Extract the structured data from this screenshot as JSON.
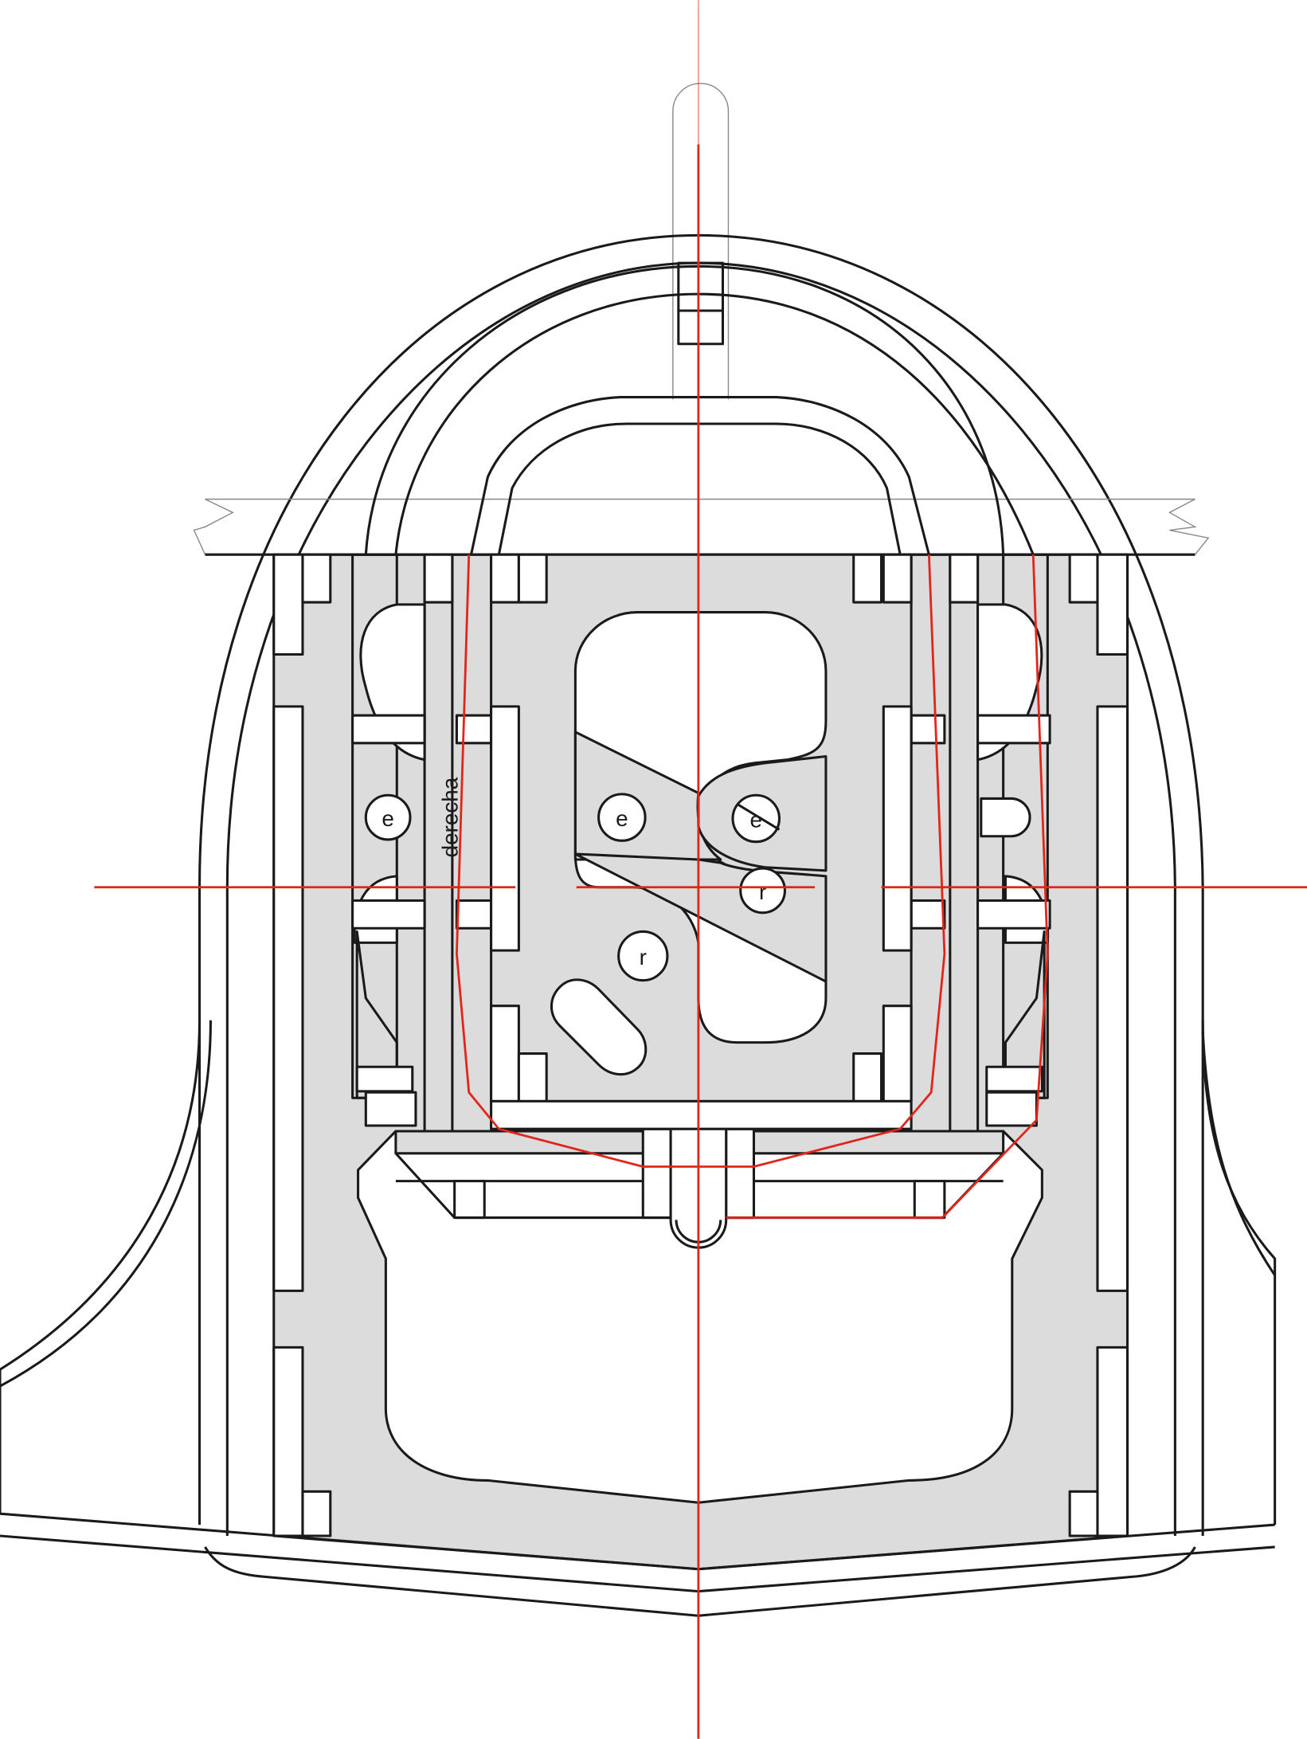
{
  "diagram": {
    "side_label": "derecha",
    "marks": {
      "e_left": "e",
      "e_center": "e",
      "e_right": "e",
      "r_upper": "r",
      "r_lower": "r"
    },
    "colors": {
      "outline": "#1a1a1a",
      "fill": "#dcdcdc",
      "axis": "#e0251b"
    }
  }
}
